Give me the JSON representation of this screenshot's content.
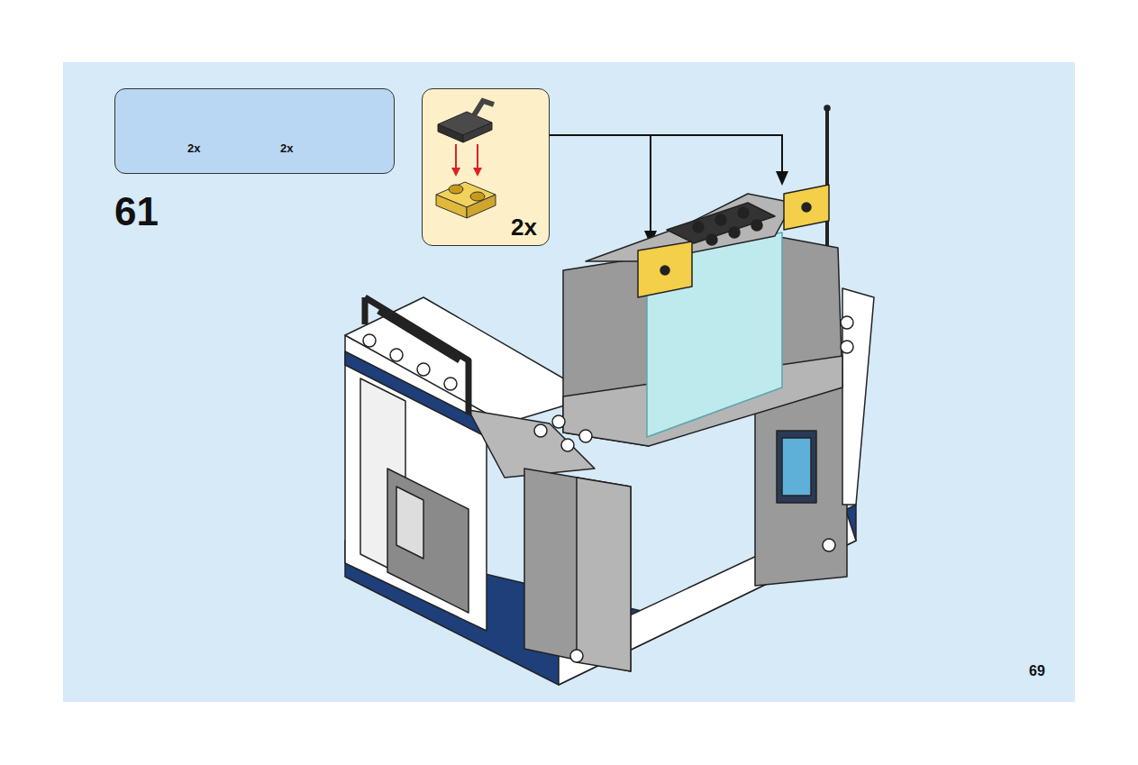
{
  "diagram": {
    "nodes": [
      {
        "text": [
          "2x",
          "2x"
        ]
      },
      {
        "text": [
          "2x"
        ]
      }
    ],
    "labels": [
      "61",
      "69"
    ]
  }
}
